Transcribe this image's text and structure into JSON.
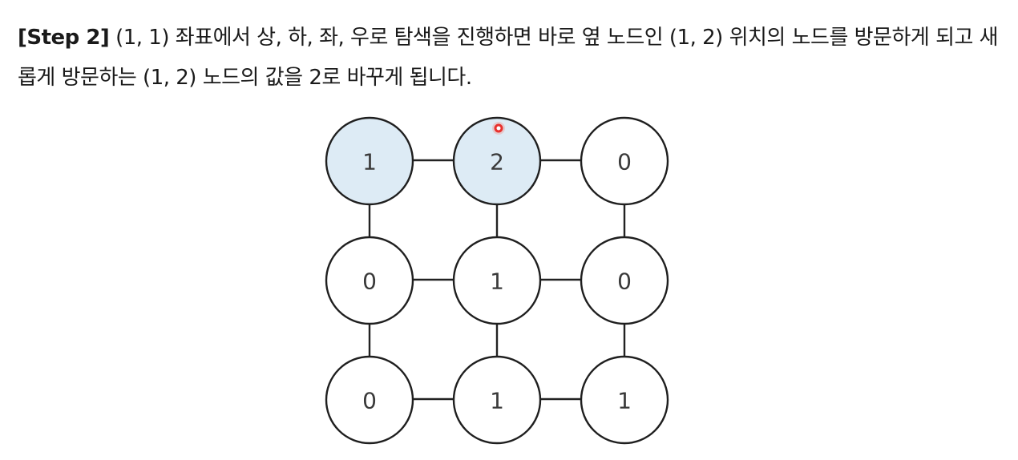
{
  "description": {
    "step_label": "[Step 2]",
    "text": " (1, 1) 좌표에서 상, 하, 좌, 우로 탐색을 진행하면 바로 옆 노드인 (1, 2) 위치의 노드를 방문하게 되고 새롭게 방문하는 (1, 2) 노드의 값을 2로 바꾸게 됩니다."
  },
  "grid": {
    "rows": 3,
    "cols": 3,
    "values": [
      [
        "1",
        "2",
        "0"
      ],
      [
        "0",
        "1",
        "0"
      ],
      [
        "0",
        "1",
        "1"
      ]
    ],
    "visited": [
      [
        true,
        true,
        false
      ],
      [
        false,
        false,
        false
      ],
      [
        false,
        false,
        false
      ]
    ]
  },
  "colors": {
    "visited_fill": "#ddebf5",
    "unvisited_fill": "#ffffff",
    "cursor": "#e8322e"
  }
}
